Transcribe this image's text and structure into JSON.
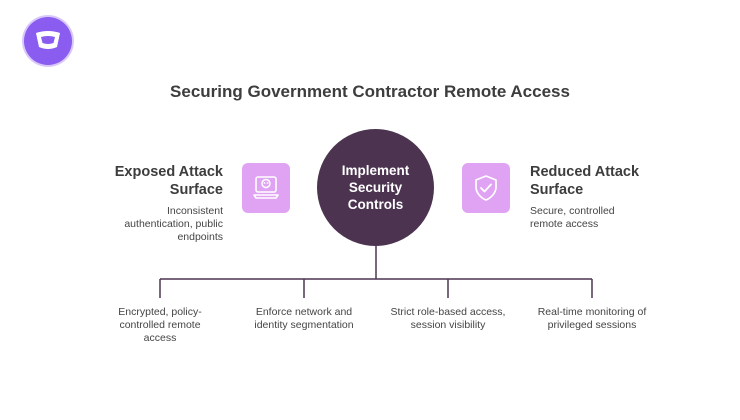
{
  "title": "Securing Government Contractor Remote Access",
  "center": {
    "line1": "Implement",
    "line2": "Security",
    "line3": "Controls"
  },
  "left_panel": {
    "title_line1": "Exposed Attack",
    "title_line2": "Surface",
    "desc_line1": "Inconsistent",
    "desc_line2": "authentication, public",
    "desc_line3": "endpoints",
    "icon": "skull-laptop-icon"
  },
  "right_panel": {
    "title_line1": "Reduced Attack",
    "title_line2": "Surface",
    "desc_line1": "Secure, controlled",
    "desc_line2": "remote access",
    "icon": "shield-check-icon"
  },
  "controls": [
    {
      "line1": "Encrypted, policy-",
      "line2": "controlled remote",
      "line3": "access"
    },
    {
      "line1": "Enforce network and",
      "line2": "identity segmentation"
    },
    {
      "line1": "Strict role-based access,",
      "line2": "session visibility"
    },
    {
      "line1": "Real-time monitoring of",
      "line2": "privileged sessions"
    }
  ],
  "colors": {
    "logo": "#8a5cf0",
    "center_circle": "#4c3450",
    "icon_box": "#e0a3f4",
    "connector": "#4c3450"
  }
}
